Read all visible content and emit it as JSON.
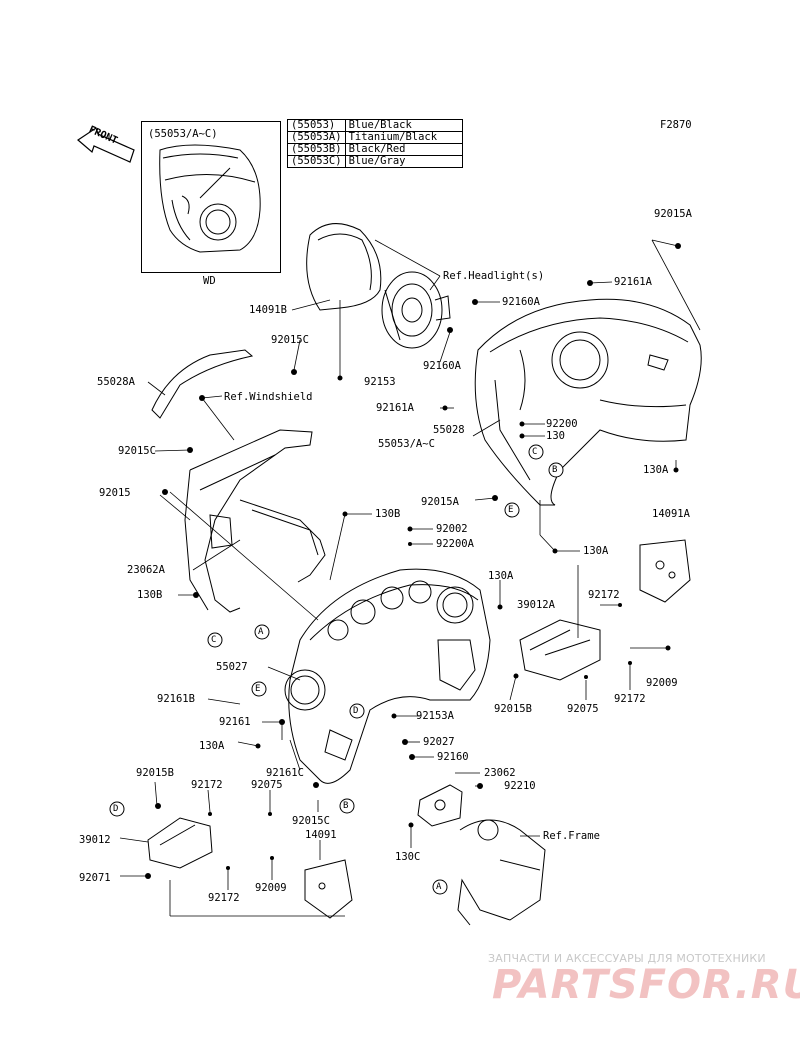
{
  "figure_code": "F2870",
  "front_label": "FRONT",
  "inset": {
    "title": "(55053/A~C)",
    "caption": "WD"
  },
  "color_table": [
    {
      "code": "(55053)",
      "color": "Blue/Black"
    },
    {
      "code": "(55053A)",
      "color": "Titanium/Black"
    },
    {
      "code": "(55053B)",
      "color": "Black/Red"
    },
    {
      "code": "(55053C)",
      "color": "Blue/Gray"
    }
  ],
  "parts": {
    "p92015A_top": "92015A",
    "p92161A_top": "92161A",
    "ref_headlight": "Ref.Headlight(s)",
    "p92160A_1": "92160A",
    "p14091B": "14091B",
    "p92015C_top": "92015C",
    "p92160A_2": "92160A",
    "p55028A": "55028A",
    "p92153": "92153",
    "ref_windshield": "Ref.Windshield",
    "p92161A_mid": "92161A",
    "p92200": "92200",
    "p130_mid": "130",
    "p55028": "55028",
    "p55053": "55053/A~C",
    "p92015C_mid": "92015C",
    "p130A_right": "130A",
    "p92015_left": "92015",
    "p92015A_mid": "92015A",
    "p130B_mid": "130B",
    "p92002": "92002",
    "p92200A": "92200A",
    "p14091A": "14091A",
    "p130A_c": "130A",
    "p23062A": "23062A",
    "p130A_mid": "130A",
    "p39012A": "39012A",
    "p92172_r1": "92172",
    "p130B_left": "130B",
    "p92009_r": "92009",
    "p55027": "55027",
    "p92172_r2": "92172",
    "p92075_r": "92075",
    "p92015B_r": "92015B",
    "p92161B": "92161B",
    "p92153A": "92153A",
    "p92161": "92161",
    "p92027": "92027",
    "p130A_left": "130A",
    "p92160": "92160",
    "p92161C": "92161C",
    "p23062": "23062",
    "p92015B_left": "92015B",
    "p92210": "92210",
    "p92172_l1": "92172",
    "p92075_l": "92075",
    "ref_frame": "Ref.Frame",
    "p92015C_low": "92015C",
    "p39012": "39012",
    "p14091": "14091",
    "p130C": "130C",
    "p92071": "92071",
    "p92009_l": "92009",
    "p92172_l2": "92172"
  },
  "callouts": [
    "A",
    "B",
    "C",
    "D",
    "E"
  ],
  "watermark": {
    "line1": "ЗАПЧАСТИ И АКСЕССУАРЫ ДЛЯ МОТОТЕХНИКИ",
    "line2": "PARTSFOR.RU"
  }
}
